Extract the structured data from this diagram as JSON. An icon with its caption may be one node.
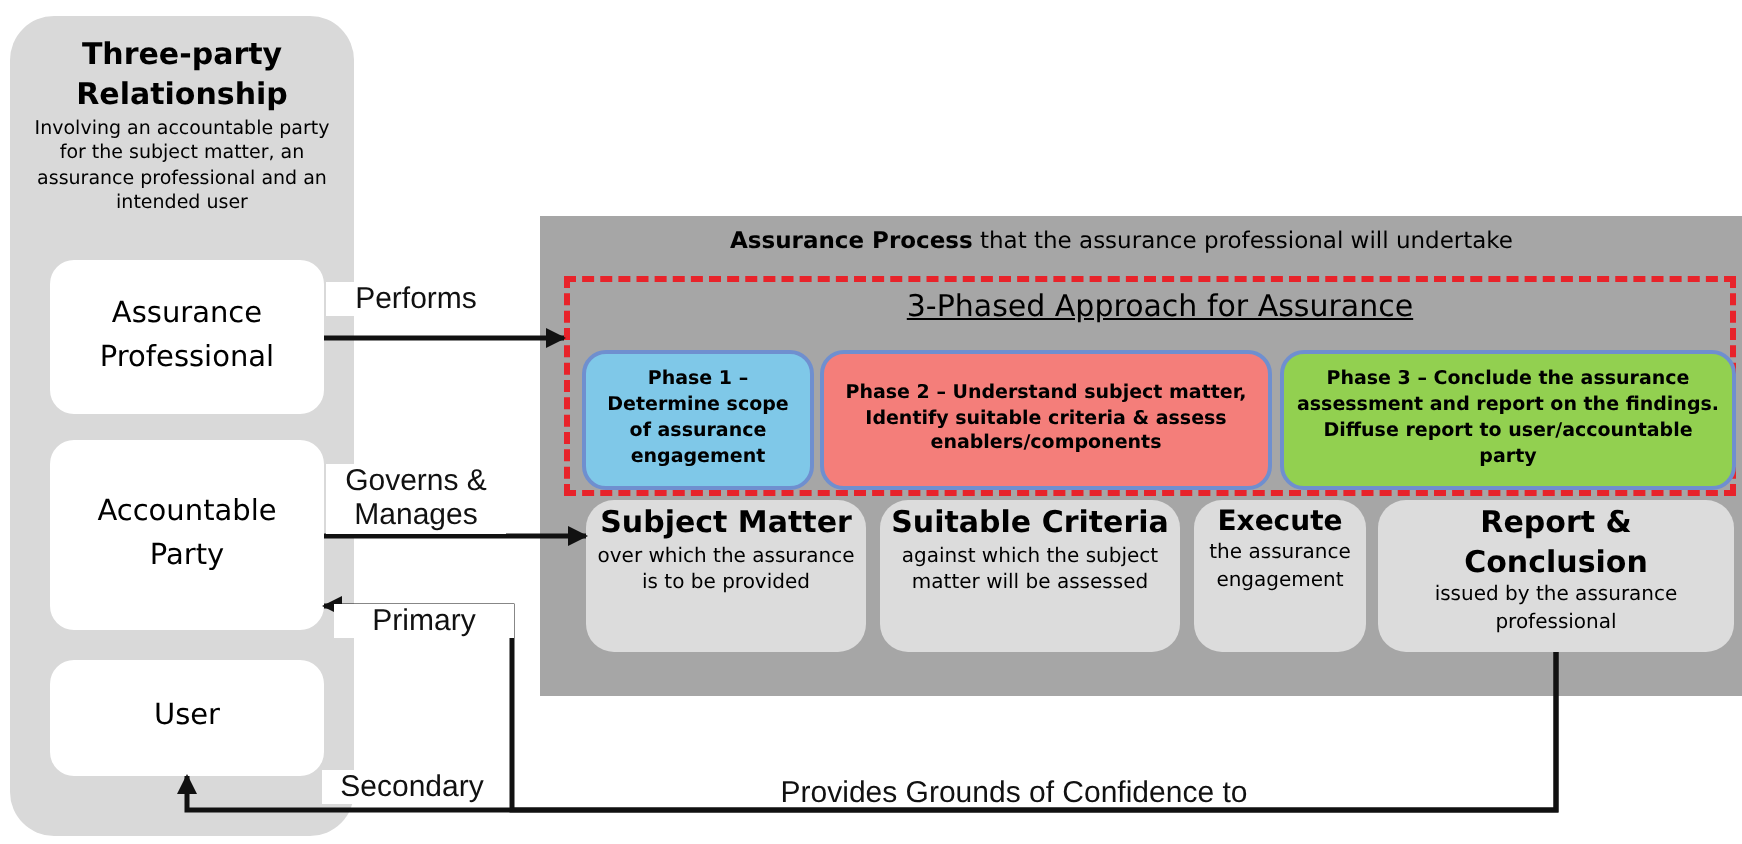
{
  "diagram": {
    "nodes": [
      {
        "text": [
          "Three-party Relationship",
          "Involving an accountable party for the subject matter, an assurance professional and an intended user"
        ]
      },
      {
        "text": [
          "Assurance Professional"
        ],
        "in": 0
      },
      {
        "text": [
          "Accountable Party"
        ],
        "in": 0
      },
      {
        "text": [
          "User"
        ],
        "in": 0
      },
      {
        "text": [
          "**Assurance Process** that the assurance professional will undertake"
        ]
      },
      {
        "text": [
          "3-Phased Approach for Assurance"
        ],
        "in": 4
      },
      {
        "text": [
          "Phase 1 – Determine scope of assurance engagement"
        ],
        "in": 5
      },
      {
        "text": [
          "Phase 2 – Understand subject matter, Identify suitable criteria & assess enablers/components"
        ],
        "in": 5
      },
      {
        "text": [
          "Phase 3 – Conclude the assurance assessment and report on the findings. Diffuse report to user/accountable party"
        ],
        "in": 5
      },
      {
        "text": [
          "Subject Matter",
          "over which the assurance is to be provided"
        ],
        "in": 4
      },
      {
        "text": [
          "Suitable Criteria",
          "against which the subject matter will be assessed"
        ],
        "in": 4
      },
      {
        "text": [
          "Execute",
          "the assurance engagement"
        ],
        "in": 4
      },
      {
        "text": [
          "Report & Conclusion",
          "issued by the assurance professional"
        ],
        "in": 4
      }
    ],
    "edges": [
      {
        "from": 1,
        "to": 5,
        "arrow": "to",
        "label": "Performs"
      },
      {
        "from": 2,
        "to": 9,
        "arrow": "to",
        "label": "Governs & Manages"
      },
      {
        "from": 12,
        "to": 2,
        "arrow": "to",
        "label": "Primary"
      },
      {
        "from": 12,
        "to": 3,
        "arrow": "to",
        "label": "Secondary"
      }
    ],
    "labels": [
      "Provides Grounds of Confidence to"
    ]
  }
}
